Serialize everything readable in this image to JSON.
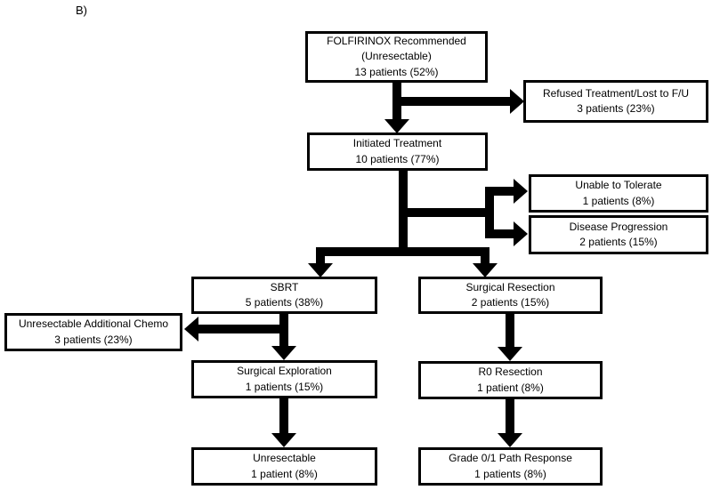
{
  "figure_label": "B)",
  "colors": {
    "background": "#ffffff",
    "box_border": "#000000",
    "box_fill": "#ffffff",
    "arrow": "#000000",
    "text": "#000000"
  },
  "nodes": {
    "folfirinox": {
      "text": "FOLFIRINOX Recommended\n(Unresectable)\n13 patients (52%)"
    },
    "refused": {
      "text": "Refused Treatment/Lost to F/U\n3 patients (23%)"
    },
    "initiated": {
      "text": "Initiated Treatment\n10 patients (77%)"
    },
    "unable": {
      "text": "Unable to Tolerate\n1 patients (8%)"
    },
    "disease": {
      "text": "Disease Progression\n2 patients (15%)"
    },
    "sbrt": {
      "text": "SBRT\n5 patients (38%)"
    },
    "surgical_resection": {
      "text": "Surgical Resection\n2 patients (15%)"
    },
    "unresectable_chemo": {
      "text": "Unresectable Additional Chemo\n3 patients (23%)"
    },
    "surgical_exploration": {
      "text": "Surgical Exploration\n1 patients (15%)"
    },
    "r0_resection": {
      "text": "R0 Resection\n1 patient (8%)"
    },
    "unresectable": {
      "text": "Unresectable\n1 patient (8%)"
    },
    "grade_path": {
      "text": "Grade 0/1 Path Response\n1 patients (8%)"
    }
  },
  "edges": [
    {
      "from": "folfirinox",
      "to": "initiated"
    },
    {
      "from": "folfirinox",
      "to": "refused"
    },
    {
      "from": "initiated",
      "to": "unable"
    },
    {
      "from": "initiated",
      "to": "disease"
    },
    {
      "from": "initiated",
      "to": "sbrt"
    },
    {
      "from": "initiated",
      "to": "surgical_resection"
    },
    {
      "from": "sbrt",
      "to": "unresectable_chemo"
    },
    {
      "from": "sbrt",
      "to": "surgical_exploration"
    },
    {
      "from": "surgical_resection",
      "to": "r0_resection"
    },
    {
      "from": "surgical_exploration",
      "to": "unresectable"
    },
    {
      "from": "r0_resection",
      "to": "grade_path"
    }
  ]
}
